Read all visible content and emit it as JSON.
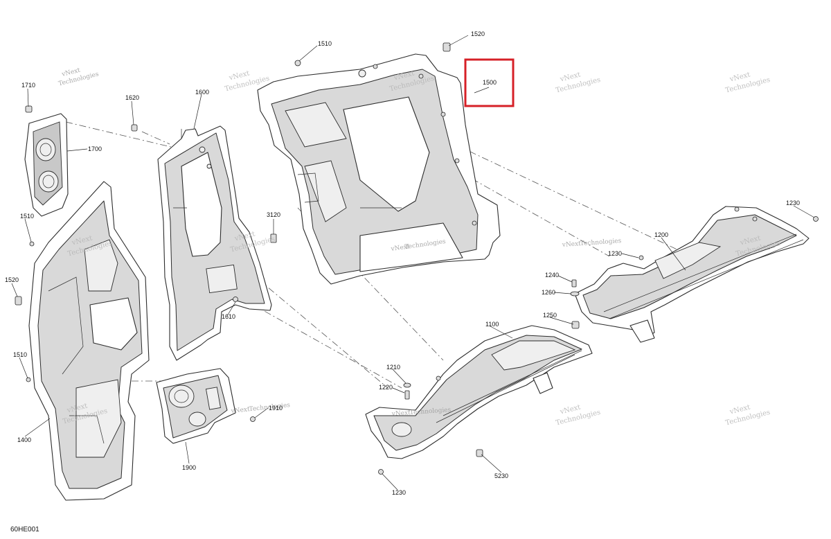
{
  "diagram": {
    "code": "60HE001",
    "highlight_color": "#d62027",
    "watermark": {
      "line1": "vNext",
      "line2": "Technologies"
    },
    "parts": {
      "p1510a": "1510",
      "p1520a": "1520",
      "p1500": "1500",
      "p1710": "1710",
      "p1620": "1620",
      "p1600": "1600",
      "p1700": "1700",
      "p1230a": "1230",
      "p1510b": "1510",
      "p3120": "3120",
      "p1200": "1200",
      "p1230b": "1230",
      "p1520b": "1520",
      "p1240": "1240",
      "p1260": "1260",
      "p1610": "1610",
      "p1250": "1250",
      "p1100": "1100",
      "p1510c": "1510",
      "p1210": "1210",
      "p1220": "1220",
      "p1910": "1910",
      "p1400": "1400",
      "p1900": "1900",
      "p5230": "5230",
      "p1230c": "1230"
    }
  }
}
